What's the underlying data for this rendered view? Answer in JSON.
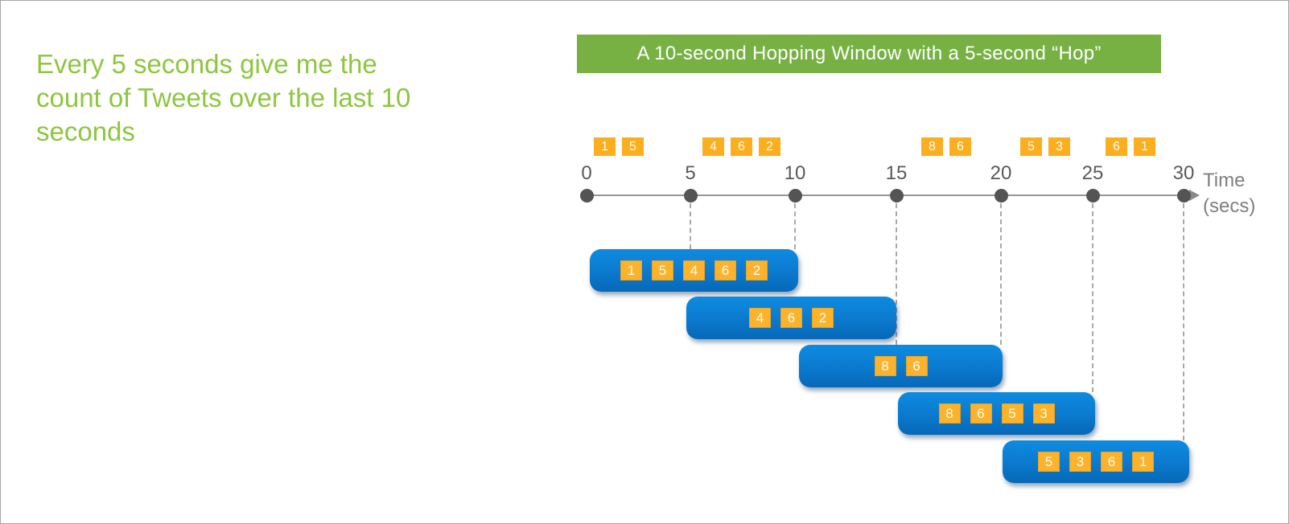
{
  "headline": {
    "lines": [
      "Every 5 seconds give me the",
      "count of Tweets over the last 10",
      "seconds"
    ],
    "text": "Every 5 seconds give me the count of Tweets over the last 10 seconds",
    "color": "#8DC63F"
  },
  "banner": {
    "text": "A 10-second Hopping Window with a 5-second “Hop”",
    "bg": "#77B143",
    "text_color": "#ffffff"
  },
  "timeline": {
    "ticks": [
      "0",
      "5",
      "10",
      "15",
      "20",
      "25",
      "30"
    ],
    "axis_label_line1": "Time",
    "axis_label_line2": "(secs)",
    "axis_label": "Time (secs)"
  },
  "chart_data": {
    "type": "hopping-window-diagram",
    "window_size_secs": 10,
    "hop_size_secs": 5,
    "time_axis_range": [
      0,
      30
    ],
    "events_on_timeline": [
      {
        "interval": "0-5",
        "values": [
          "1",
          "5"
        ]
      },
      {
        "interval": "5-10",
        "values": [
          "4",
          "6",
          "2"
        ]
      },
      {
        "interval": "15-20",
        "values": [
          "8",
          "6"
        ]
      },
      {
        "interval": "20-25",
        "values": [
          "5",
          "3"
        ]
      },
      {
        "interval": "25-30",
        "values": [
          "6",
          "1"
        ]
      }
    ],
    "windows": [
      {
        "start": 0,
        "end": 10,
        "values": [
          "1",
          "5",
          "4",
          "6",
          "2"
        ]
      },
      {
        "start": 5,
        "end": 15,
        "values": [
          "4",
          "6",
          "2"
        ]
      },
      {
        "start": 10,
        "end": 20,
        "values": [
          "8",
          "6"
        ]
      },
      {
        "start": 15,
        "end": 25,
        "values": [
          "8",
          "6",
          "5",
          "3"
        ]
      },
      {
        "start": 20,
        "end": 30,
        "values": [
          "5",
          "3",
          "6",
          "1"
        ]
      }
    ]
  },
  "colors": {
    "headline_green": "#8DC63F",
    "banner_green": "#77B143",
    "event_orange": "#FBAE1E",
    "window_event_orange": "#FCB32B",
    "window_blue_top": "#0D8BE0",
    "window_blue_bottom": "#0768B8",
    "axis_gray": "#979797",
    "dot_gray": "#545454",
    "tick_text_gray": "#595959",
    "time_label_gray": "#7f7f7f"
  }
}
